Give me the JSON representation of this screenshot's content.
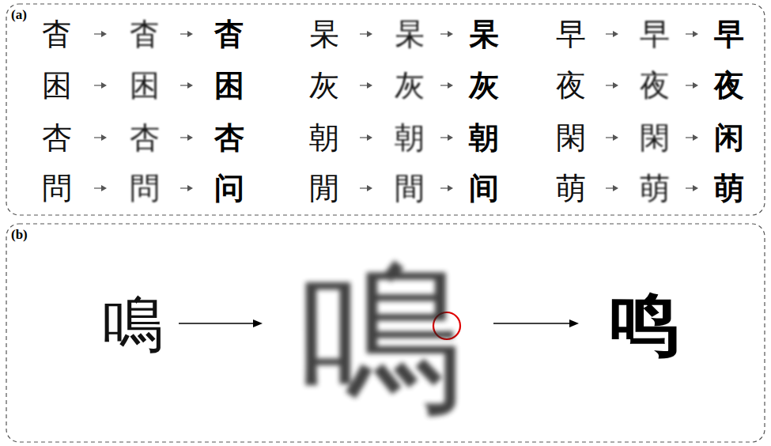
{
  "diagram": {
    "labels": [
      "(a)",
      "杳",
      "杳",
      "杳",
      "杲",
      "杲",
      "杲",
      "早",
      "早",
      "早",
      "困",
      "困",
      "困",
      "灰",
      "灰",
      "灰",
      "夜",
      "夜",
      "夜",
      "杏",
      "杏",
      "杏",
      "朝",
      "朝",
      "朝",
      "閑",
      "閑",
      "闲",
      "問",
      "問",
      "问",
      "閒",
      "間",
      "间",
      "萌",
      "萌",
      "萌",
      "(b)",
      "鳴",
      "鳴",
      "鸣"
    ]
  }
}
